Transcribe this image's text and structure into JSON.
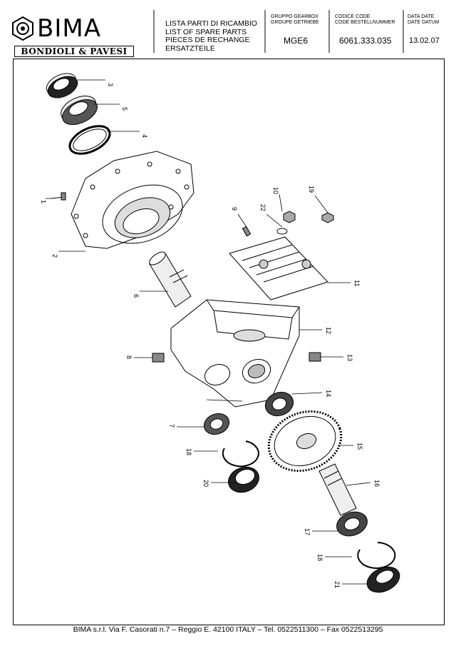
{
  "header": {
    "brand": "BIMA",
    "brand_sub": "BONDIOLI & PAVESI",
    "titles": [
      "LISTA PARTI DI RICAMBIO",
      "LIST OF SPARE PARTS",
      "PIECES DE RECHANGE",
      "ERSATZTEILE"
    ],
    "group_labels": [
      "GRUPPO GEARBOX",
      "GROUPE GETRIEBE"
    ],
    "group_value": "MGE6",
    "code_labels": [
      "CODICE CODE",
      "CODE BESTELLNUMMER"
    ],
    "code_value": "6061.333.035",
    "date_labels": [
      "DATA DATE",
      "DATE DATUM"
    ],
    "date_value": "13.02.07"
  },
  "part_numbers": [
    "1",
    "2",
    "3",
    "4",
    "5",
    "6",
    "7",
    "8",
    "9",
    "10",
    "11",
    "12",
    "13",
    "14",
    "15",
    "16",
    "17",
    "18",
    "18",
    "19",
    "20",
    "21",
    "22"
  ],
  "footer": "BIMA s.r.l. Via F. Casorati n.7  –  Reggio E. 42100 ITALY  –  Tel. 0522511300  –  Fax 0522513295"
}
